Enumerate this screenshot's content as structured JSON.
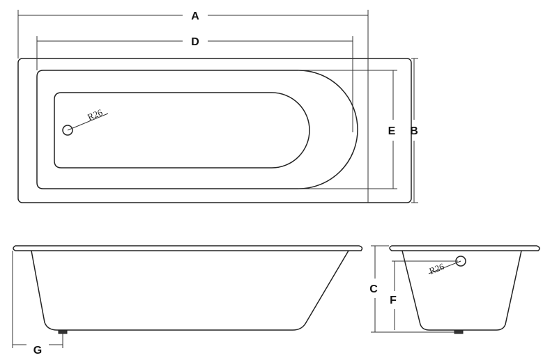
{
  "dimensions": {
    "a": "A",
    "b": "B",
    "c": "C",
    "d": "D",
    "e": "E",
    "f": "F",
    "g": "G"
  },
  "annotations": {
    "top_view_drain_radius": "R26",
    "end_view_drain_radius": "R26"
  }
}
